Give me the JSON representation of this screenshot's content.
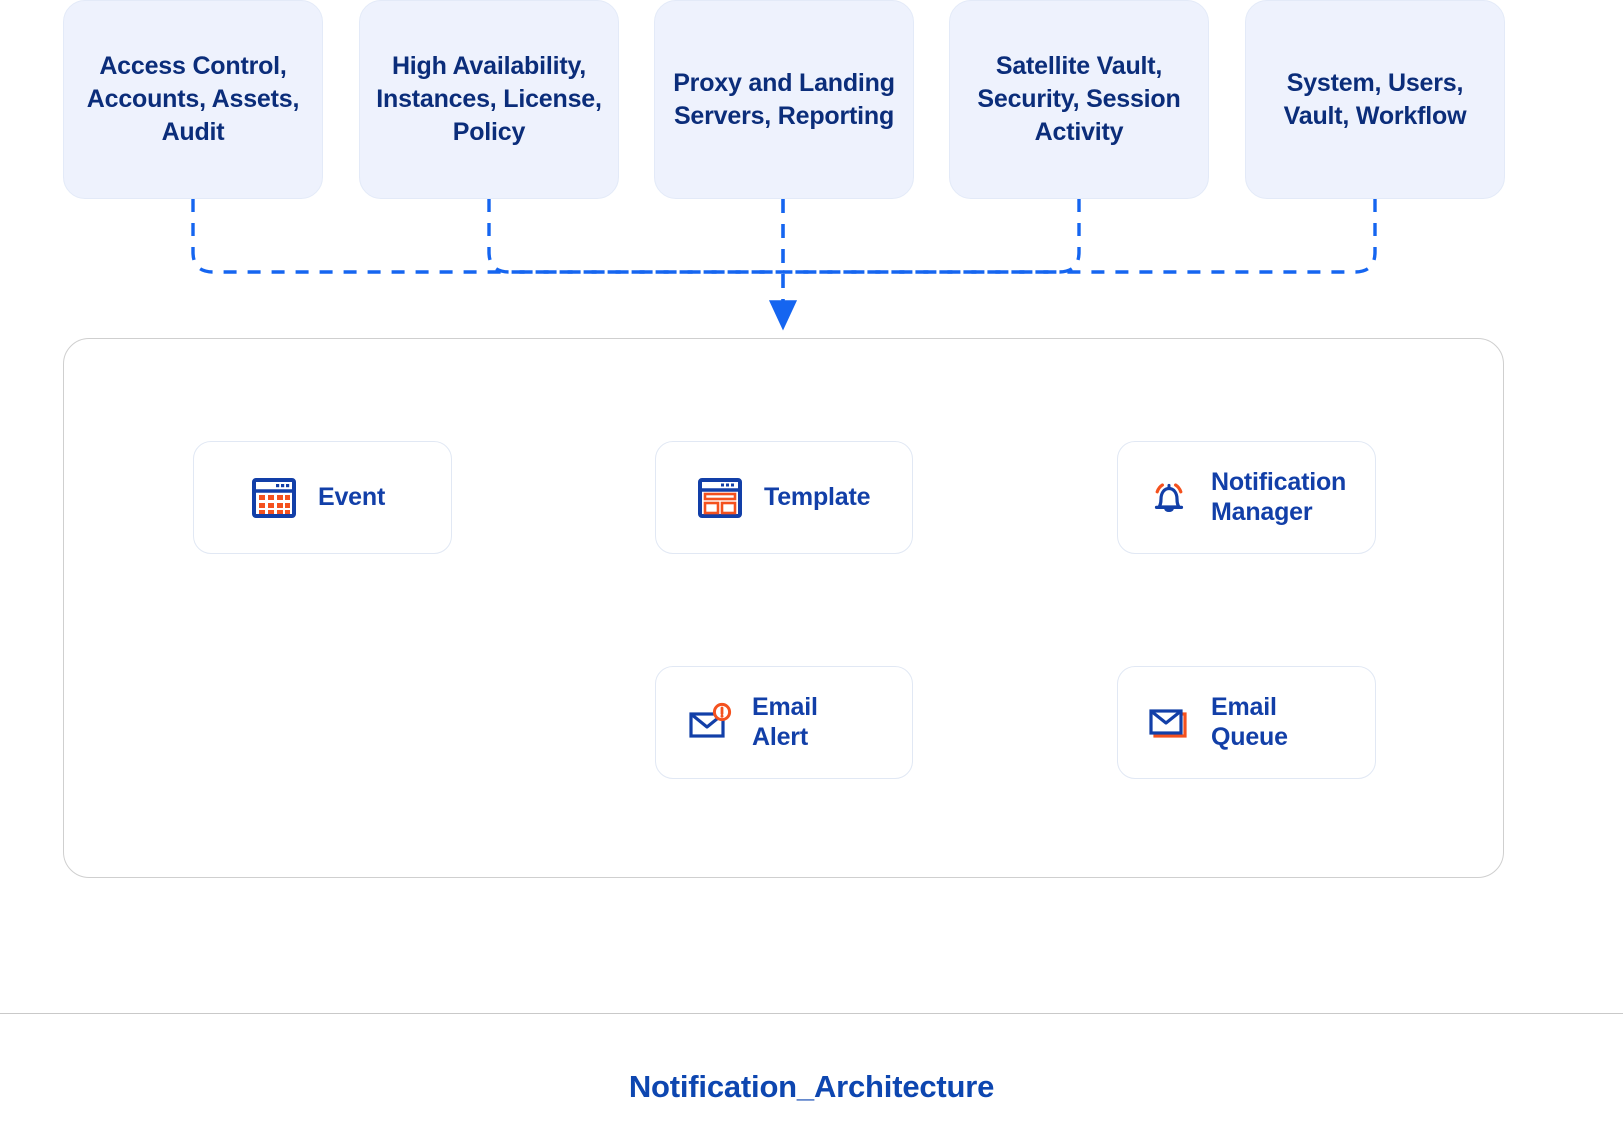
{
  "diagram": {
    "caption": "Notification_Architecture",
    "colors": {
      "brand_blue": "#123fa8",
      "deep_navy": "#0b2d7a",
      "accent_orange": "#f4511e",
      "connector_blue": "#1565f0",
      "card_fill": "#eef2fd",
      "container_border": "#cfcfcf",
      "node_border": "#e1e8f4"
    },
    "sources": [
      {
        "id": "access-control",
        "label": "Access Control,\nAccounts,\nAssets, Audit"
      },
      {
        "id": "high-availability",
        "label": "High Availability,\nInstances,\nLicense, Policy"
      },
      {
        "id": "proxy-landing",
        "label": "Proxy and\nLanding Servers,\nReporting"
      },
      {
        "id": "satellite-vault",
        "label": "Satellite Vault,\nSecurity,\nSession Activity"
      },
      {
        "id": "system-users",
        "label": "System, Users,\nVault, Workflow"
      }
    ],
    "nodes": [
      {
        "id": "event",
        "label": "Event",
        "icon": "calendar-grid-icon"
      },
      {
        "id": "template",
        "label": "Template",
        "icon": "browser-layout-icon"
      },
      {
        "id": "notification-manager",
        "label": "Notification\nManager",
        "icon": "bell-ringing-icon"
      },
      {
        "id": "email-alert",
        "label": "Email\nAlert",
        "icon": "envelope-alert-icon"
      },
      {
        "id": "email-queue",
        "label": "Email\nQueue",
        "icon": "envelope-stack-icon"
      }
    ],
    "edges": [
      {
        "from": "sources-bus",
        "to": "notification-container",
        "style": "dashed",
        "direction": "down"
      },
      {
        "from": "event",
        "to": "template",
        "style": "dashed",
        "direction": "right"
      },
      {
        "from": "template",
        "to": "notification-manager",
        "style": "dashed",
        "direction": "right"
      },
      {
        "from": "email-queue",
        "to": "email-alert",
        "style": "dashed",
        "direction": "left"
      }
    ]
  }
}
